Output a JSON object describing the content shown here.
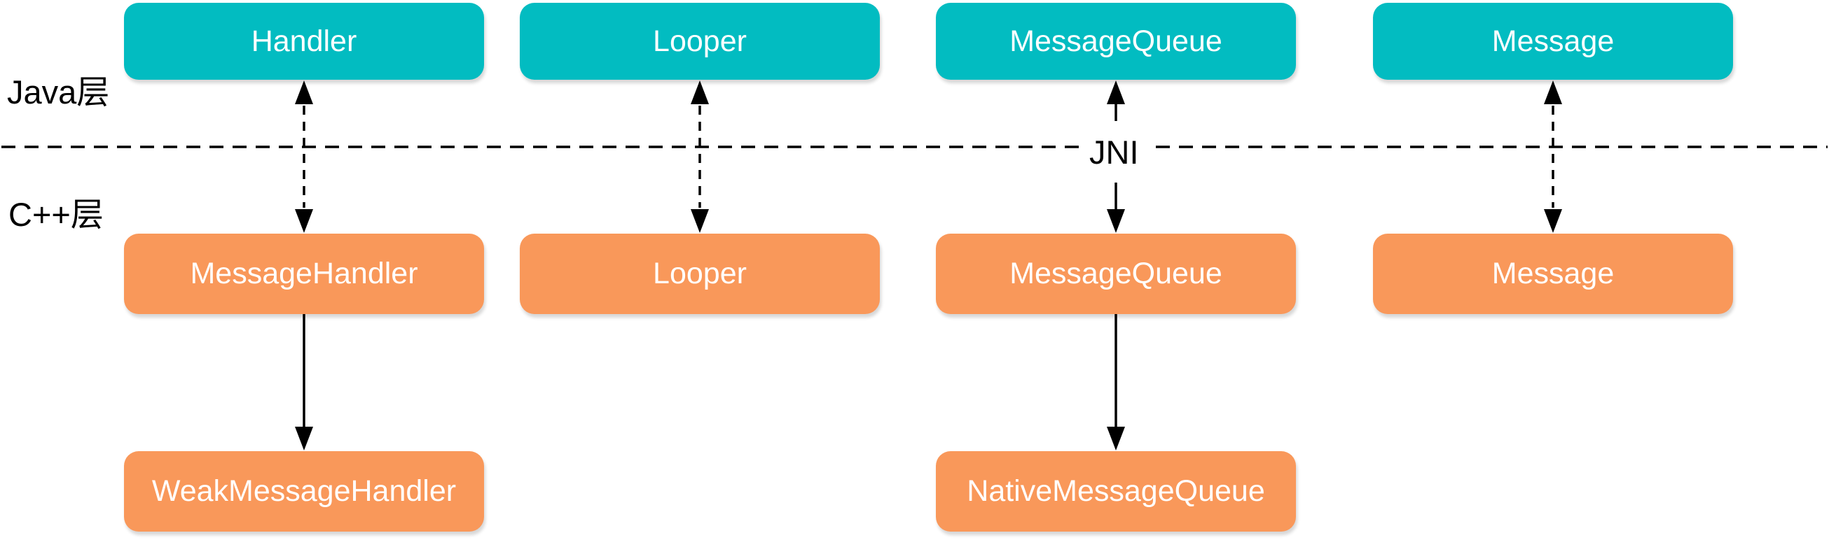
{
  "layers": {
    "java_label": "Java层",
    "cpp_label": "C++层",
    "jni_label": "JNI"
  },
  "colors": {
    "java_box_fill": "#02bcc1",
    "native_box_fill": "#f9985a",
    "box_text": "#ffffff",
    "line_color": "#000000",
    "background": "#ffffff"
  },
  "boxes": {
    "java": [
      {
        "label": "Handler"
      },
      {
        "label": "Looper"
      },
      {
        "label": "MessageQueue"
      },
      {
        "label": "Message"
      }
    ],
    "cpp": [
      {
        "label": "MessageHandler"
      },
      {
        "label": "Looper"
      },
      {
        "label": "MessageQueue"
      },
      {
        "label": "Message"
      }
    ],
    "native": [
      {
        "label": "WeakMessageHandler"
      },
      {
        "label": "NativeMessageQueue"
      }
    ]
  },
  "connections": [
    {
      "from": "Handler",
      "from_layer": "java",
      "to": "MessageHandler",
      "to_layer": "cpp",
      "line": "dashed",
      "arrowheads": "both"
    },
    {
      "from": "Looper",
      "from_layer": "java",
      "to": "Looper",
      "to_layer": "cpp",
      "line": "dashed",
      "arrowheads": "both"
    },
    {
      "from": "MessageQueue",
      "from_layer": "java",
      "to": "MessageQueue",
      "to_layer": "cpp",
      "line": "solid",
      "arrowheads": "both",
      "label": "JNI"
    },
    {
      "from": "Message",
      "from_layer": "java",
      "to": "Message",
      "to_layer": "cpp",
      "line": "dashed",
      "arrowheads": "both"
    },
    {
      "from": "MessageHandler",
      "from_layer": "cpp",
      "to": "WeakMessageHandler",
      "to_layer": "cpp",
      "line": "solid",
      "arrowheads": "end"
    },
    {
      "from": "MessageQueue",
      "from_layer": "cpp",
      "to": "NativeMessageQueue",
      "to_layer": "cpp",
      "line": "solid",
      "arrowheads": "end"
    }
  ]
}
